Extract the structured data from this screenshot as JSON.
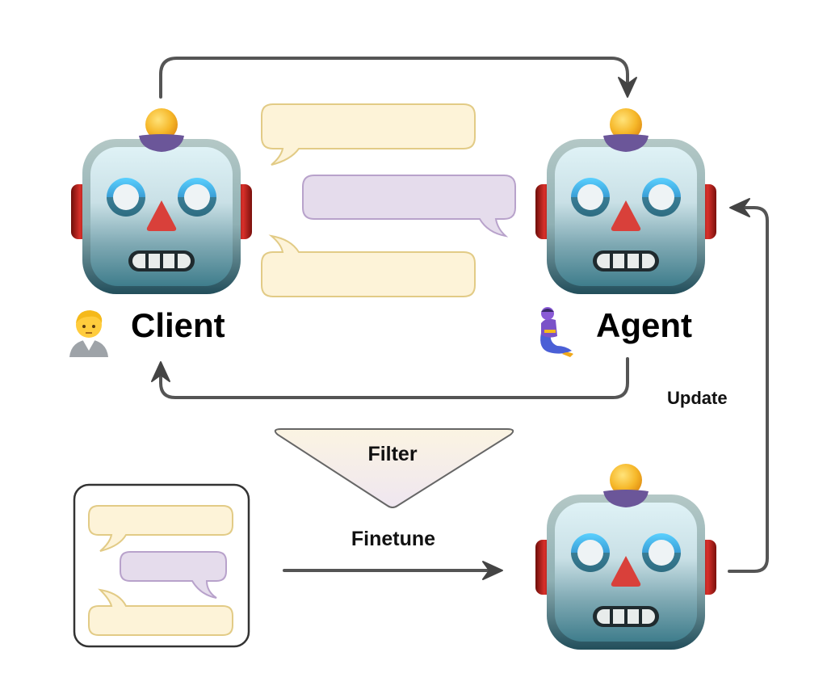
{
  "diagram": {
    "type": "client-agent finetuning loop",
    "nodes": {
      "client": {
        "label": "Client",
        "role_icon": "office-worker-emoji",
        "avatar_icon": "robot-face-icon"
      },
      "agent": {
        "label": "Agent",
        "role_icon": "genie-emoji",
        "avatar_icon": "robot-face-icon"
      },
      "finetuned_agent": {
        "label": "",
        "avatar_icon": "robot-face-icon"
      },
      "filter": {
        "label": "Filter",
        "shape": "inverted-triangle"
      },
      "dialogue_dataset": {
        "label": "",
        "icon": "chat-bubbles-box"
      }
    },
    "edges": [
      {
        "from": "client",
        "to": "agent",
        "label": ""
      },
      {
        "from": "agent",
        "to": "client",
        "label": ""
      },
      {
        "from": "dialogue_dataset",
        "to": "finetuned_agent",
        "label": "Finetune"
      },
      {
        "from": "finetuned_agent",
        "to": "agent",
        "label": "Update"
      }
    ],
    "conversation": [
      {
        "speaker": "client",
        "color": "yellow"
      },
      {
        "speaker": "agent",
        "color": "purple"
      },
      {
        "speaker": "client",
        "color": "yellow"
      }
    ],
    "colors": {
      "client_bubble_fill": "#fdf3d8",
      "client_bubble_stroke": "#e2cb86",
      "agent_bubble_fill": "#e5dcec",
      "agent_bubble_stroke": "#b8a2cb",
      "arrow": "#555555",
      "filter_fill_top": "#fbf4e2",
      "filter_fill_bottom": "#efe6f0"
    }
  },
  "labels": {
    "client": "Client",
    "agent": "Agent",
    "filter": "Filter",
    "finetune": "Finetune",
    "update": "Update"
  }
}
